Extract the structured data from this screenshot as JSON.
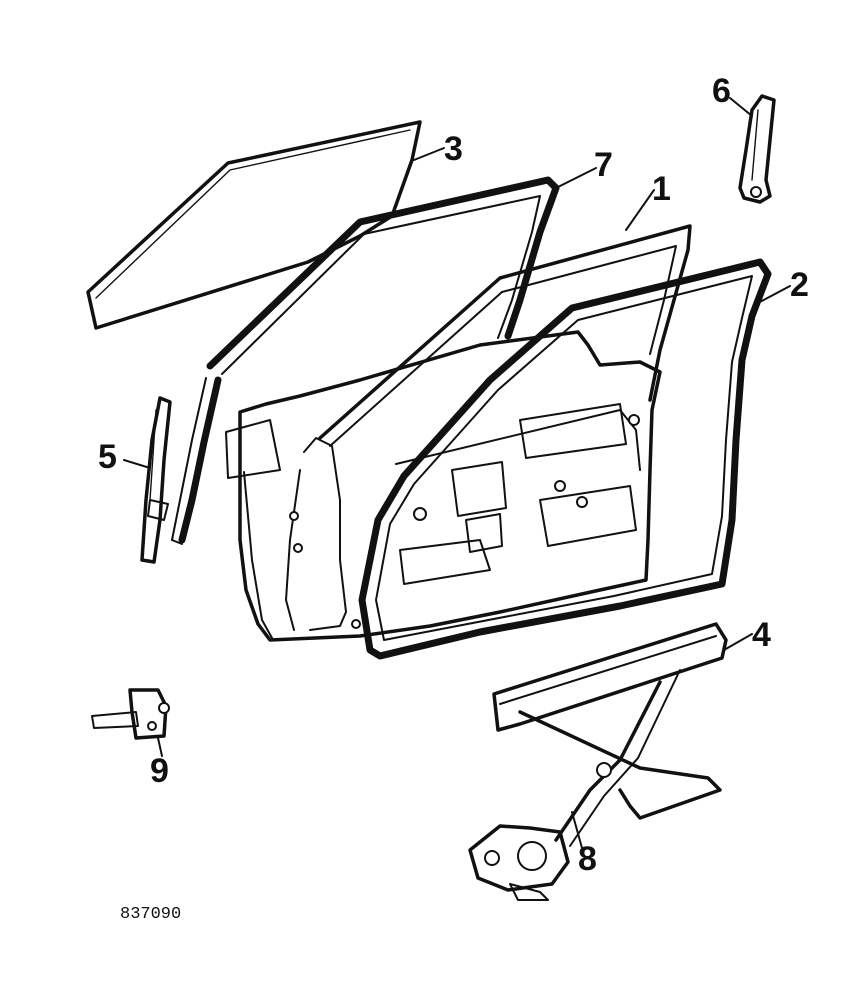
{
  "callouts": [
    {
      "id": "1",
      "text": "1"
    },
    {
      "id": "2",
      "text": "2"
    },
    {
      "id": "3",
      "text": "3"
    },
    {
      "id": "4",
      "text": "4"
    },
    {
      "id": "5",
      "text": "5"
    },
    {
      "id": "6",
      "text": "6"
    },
    {
      "id": "7",
      "text": "7"
    },
    {
      "id": "8",
      "text": "8"
    },
    {
      "id": "9",
      "text": "9"
    }
  ],
  "drawing_code": "837090",
  "colors": {
    "ink": "#111111",
    "paper": "#ffffff"
  }
}
